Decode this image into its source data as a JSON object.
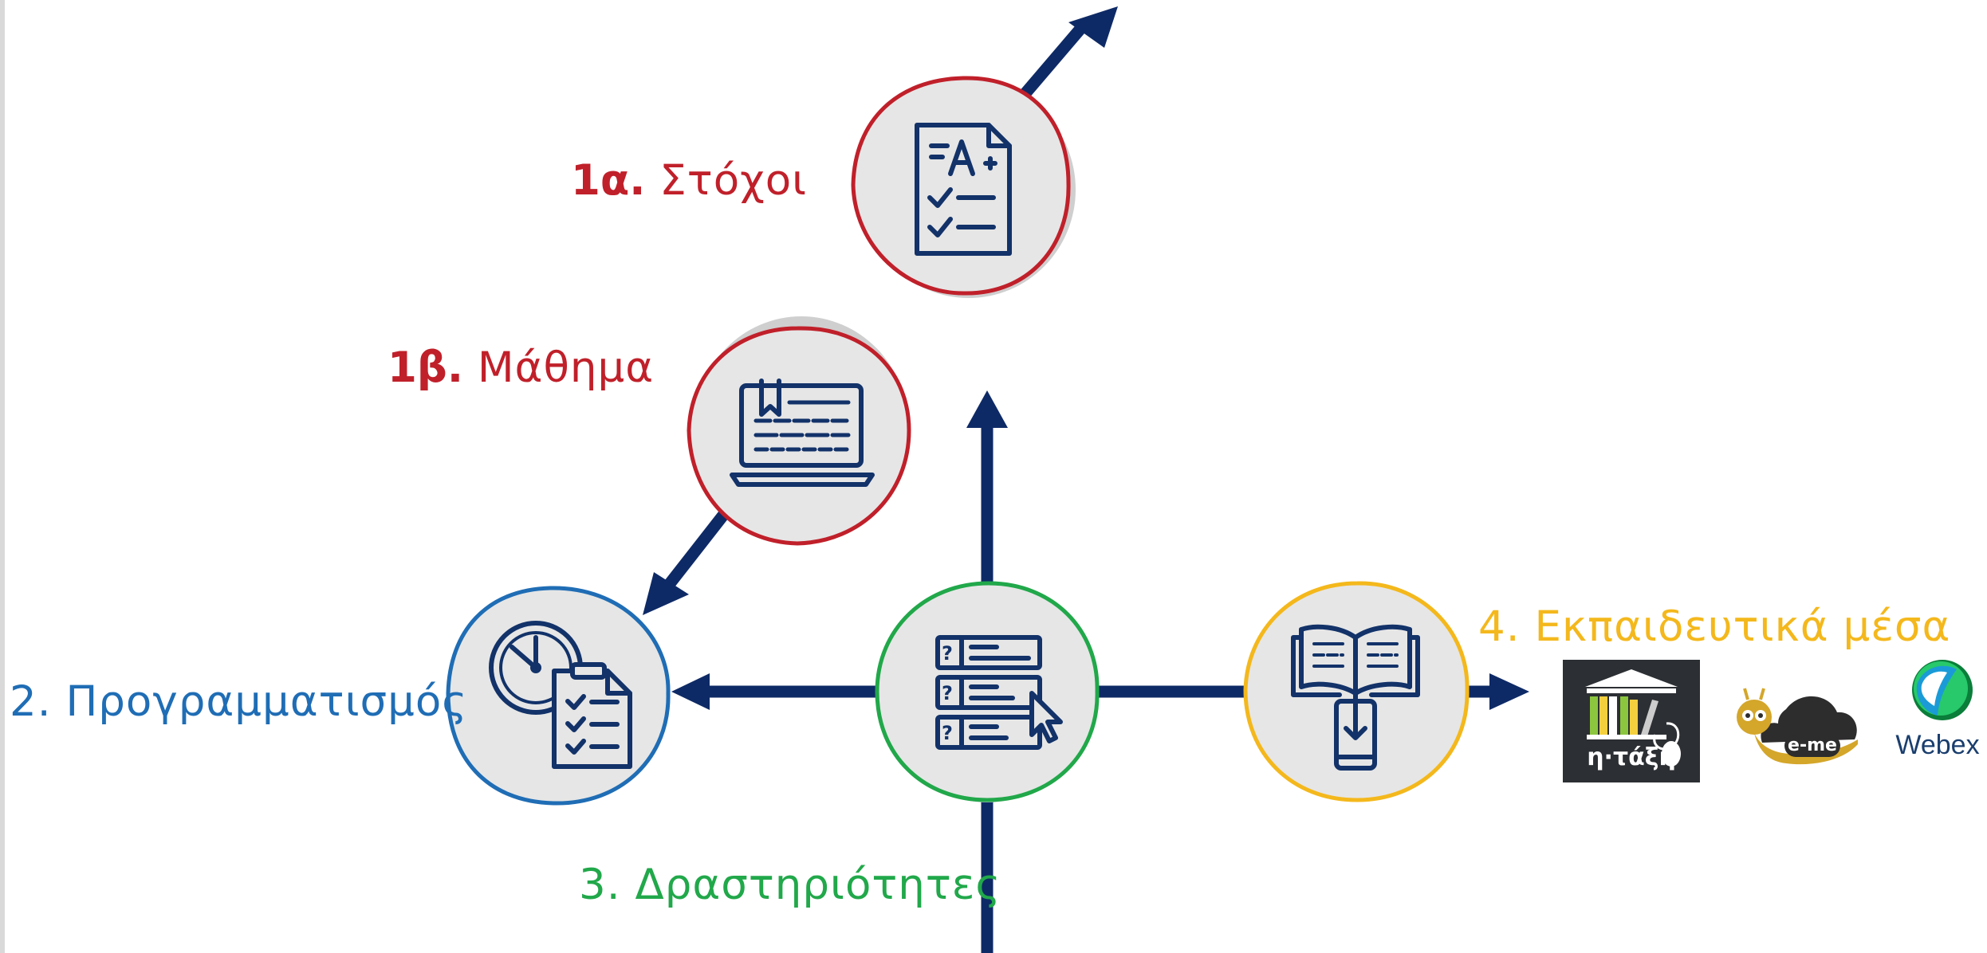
{
  "colors": {
    "arrow": "#0e2a66",
    "icon_stroke": "#123269",
    "red": "#c0202a",
    "blue": "#1f6db5",
    "green": "#21a84a",
    "yellow": "#f4b81c",
    "node_fill": "#e6e6e6",
    "node_shadow": "#cfcfcf"
  },
  "labels": {
    "goals": {
      "num": "1α.",
      "text": "Στόχοι"
    },
    "lesson": {
      "num": "1β.",
      "text": "Μάθημα"
    },
    "planning": {
      "num": "2.",
      "text": "Προγραμματισμός"
    },
    "activities": {
      "num": "3.",
      "text": "Δραστηριότητες"
    },
    "media": {
      "num": "4.",
      "text": "Εκπαιδευτικά μέσα"
    }
  },
  "nodes": [
    {
      "id": "goals",
      "icon": "graded-checklist-icon",
      "color": "red"
    },
    {
      "id": "lesson",
      "icon": "laptop-document-icon",
      "color": "red"
    },
    {
      "id": "planning",
      "icon": "clock-checklist-icon",
      "color": "blue"
    },
    {
      "id": "activities",
      "icon": "quiz-list-cursor-icon",
      "color": "green"
    },
    {
      "id": "media",
      "icon": "book-phone-download-icon",
      "color": "yellow"
    }
  ],
  "tools": {
    "itaxi": {
      "icon": "itaxi-logo",
      "text": "η·τάξη"
    },
    "eme": {
      "icon": "e-me-logo",
      "text": "e-me"
    },
    "webex": {
      "icon": "webex-logo",
      "text": "Webex"
    }
  }
}
